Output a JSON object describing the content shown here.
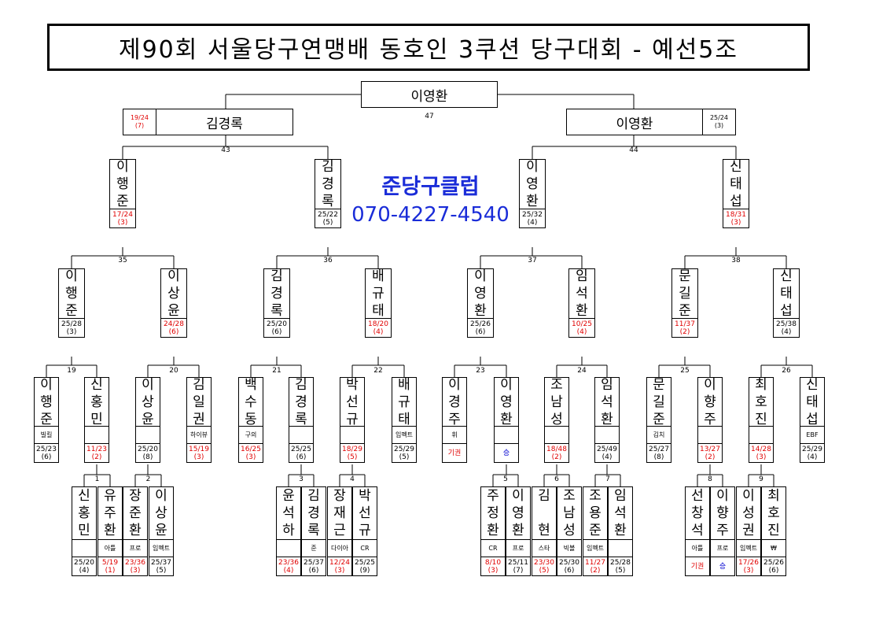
{
  "title": "제90회 서울당구연맹배 동호인 3쿠션 당구대회 - 예선5조",
  "watermark": {
    "name": "준당구클럽",
    "phone": "070-4227-4540"
  },
  "final": {
    "winner": "이영환",
    "match_no": "47"
  },
  "semis": {
    "left": {
      "name": "김경록",
      "score": "19/24",
      "inning": "(7)",
      "match_no": "43"
    },
    "right": {
      "name": "이영환",
      "score": "25/24",
      "inning": "(3)",
      "match_no": "44"
    }
  },
  "round3": [
    {
      "name": "이행준",
      "score": "17/24",
      "inning": "(3)",
      "loss": true
    },
    {
      "name": "김경록",
      "score": "25/22",
      "inning": "(5)",
      "loss": false
    },
    {
      "name": "이영환",
      "score": "25/32",
      "inning": "(4)",
      "loss": false
    },
    {
      "name": "신태섭",
      "score": "18/31",
      "inning": "(3)",
      "loss": true
    }
  ],
  "round3_match_nos": [
    "35",
    "36",
    "37",
    "38"
  ],
  "round2": [
    {
      "name": "이행준",
      "score": "25/28",
      "inning": "(3)",
      "loss": false
    },
    {
      "name": "이상윤",
      "score": "24/28",
      "inning": "(6)",
      "loss": true
    },
    {
      "name": "김경록",
      "score": "25/20",
      "inning": "(6)",
      "loss": false
    },
    {
      "name": "배규태",
      "score": "18/20",
      "inning": "(4)",
      "loss": true
    },
    {
      "name": "이영환",
      "score": "25/26",
      "inning": "(6)",
      "loss": false
    },
    {
      "name": "임석환",
      "score": "10/25",
      "inning": "(4)",
      "loss": true
    },
    {
      "name": "문길준",
      "score": "11/37",
      "inning": "(2)",
      "loss": true
    },
    {
      "name": "신태섭",
      "score": "25/38",
      "inning": "(4)",
      "loss": false
    }
  ],
  "round2_match_nos": [
    "19",
    "20",
    "21",
    "22",
    "23",
    "24",
    "25",
    "26"
  ],
  "round1": [
    {
      "name": "이행준",
      "club": "빌킬",
      "score": "25/23",
      "inning": "(6)",
      "loss": false
    },
    {
      "name": "신홍민",
      "club": "",
      "score": "11/23",
      "inning": "(2)",
      "loss": true
    },
    {
      "name": "이상윤",
      "club": "",
      "score": "25/20",
      "inning": "(8)",
      "loss": false
    },
    {
      "name": "김일권",
      "club": "하이뷰",
      "score": "15/19",
      "inning": "(3)",
      "loss": true
    },
    {
      "name": "백수동",
      "club": "구의",
      "score": "16/25",
      "inning": "(3)",
      "loss": true
    },
    {
      "name": "김경록",
      "club": "",
      "score": "25/25",
      "inning": "(6)",
      "loss": false
    },
    {
      "name": "박선규",
      "club": "",
      "score": "18/29",
      "inning": "(5)",
      "loss": true
    },
    {
      "name": "배규태",
      "club": "임펙트",
      "score": "25/29",
      "inning": "(5)",
      "loss": false
    },
    {
      "name": "이경주",
      "club": "휘",
      "score": "기권",
      "inning": "",
      "loss": true
    },
    {
      "name": "이영환",
      "club": "",
      "score": "승",
      "inning": "",
      "loss": false,
      "win_mark": true
    },
    {
      "name": "조남성",
      "club": "",
      "score": "18/48",
      "inning": "(2)",
      "loss": true
    },
    {
      "name": "임석환",
      "club": "",
      "score": "25/49",
      "inning": "(4)",
      "loss": false
    },
    {
      "name": "문길준",
      "club": "김치",
      "score": "25/27",
      "inning": "(8)",
      "loss": false
    },
    {
      "name": "이향주",
      "club": "",
      "score": "13/27",
      "inning": "(2)",
      "loss": true
    },
    {
      "name": "최호진",
      "club": "",
      "score": "14/28",
      "inning": "(3)",
      "loss": true
    },
    {
      "name": "신태섭",
      "club": "EBF",
      "score": "25/29",
      "inning": "(4)",
      "loss": false
    }
  ],
  "prelim_match_nos": [
    "1",
    "2",
    "3",
    "4",
    "5",
    "6",
    "7",
    "8",
    "9"
  ],
  "prelim": [
    {
      "name": "신홍민",
      "club": "",
      "score": "25/20",
      "inning": "(4)",
      "loss": false
    },
    {
      "name": "유주환",
      "club": "아틀",
      "score": "5/19",
      "inning": "(1)",
      "loss": true
    },
    {
      "name": "장준환",
      "club": "프로",
      "score": "23/36",
      "inning": "(3)",
      "loss": true
    },
    {
      "name": "이상윤",
      "club": "임펙트",
      "score": "25/37",
      "inning": "(5)",
      "loss": false
    },
    {
      "name": "윤석하",
      "club": "",
      "score": "23/36",
      "inning": "(4)",
      "loss": true
    },
    {
      "name": "김경록",
      "club": "준",
      "score": "25/37",
      "inning": "(6)",
      "loss": false
    },
    {
      "name": "장재근",
      "club": "다이아",
      "score": "12/24",
      "inning": "(3)",
      "loss": true
    },
    {
      "name": "박선규",
      "club": "CR",
      "score": "25/25",
      "inning": "(9)",
      "loss": false
    },
    {
      "name": "주정환",
      "club": "CR",
      "score": "8/10",
      "inning": "(3)",
      "loss": true
    },
    {
      "name": "이영환",
      "club": "프로",
      "score": "25/11",
      "inning": "(7)",
      "loss": false
    },
    {
      "name": "김 현",
      "club": "스타",
      "score": "23/30",
      "inning": "(5)",
      "loss": true
    },
    {
      "name": "조남성",
      "club": "빅볼",
      "score": "25/30",
      "inning": "(6)",
      "loss": false
    },
    {
      "name": "조용준",
      "club": "임펙트",
      "score": "11/27",
      "inning": "(2)",
      "loss": true
    },
    {
      "name": "임석환",
      "club": "",
      "score": "25/28",
      "inning": "(5)",
      "loss": false
    },
    {
      "name": "선창석",
      "club": "아틀",
      "score": "기권",
      "inning": "",
      "loss": true
    },
    {
      "name": "이향주",
      "club": "프로",
      "score": "승",
      "inning": "",
      "loss": false,
      "win_mark": true
    },
    {
      "name": "이성권",
      "club": "임펙트",
      "score": "17/26",
      "inning": "(3)",
      "loss": true
    },
    {
      "name": "최호진",
      "club": "₩",
      "score": "25/26",
      "inning": "(6)",
      "loss": false
    }
  ]
}
